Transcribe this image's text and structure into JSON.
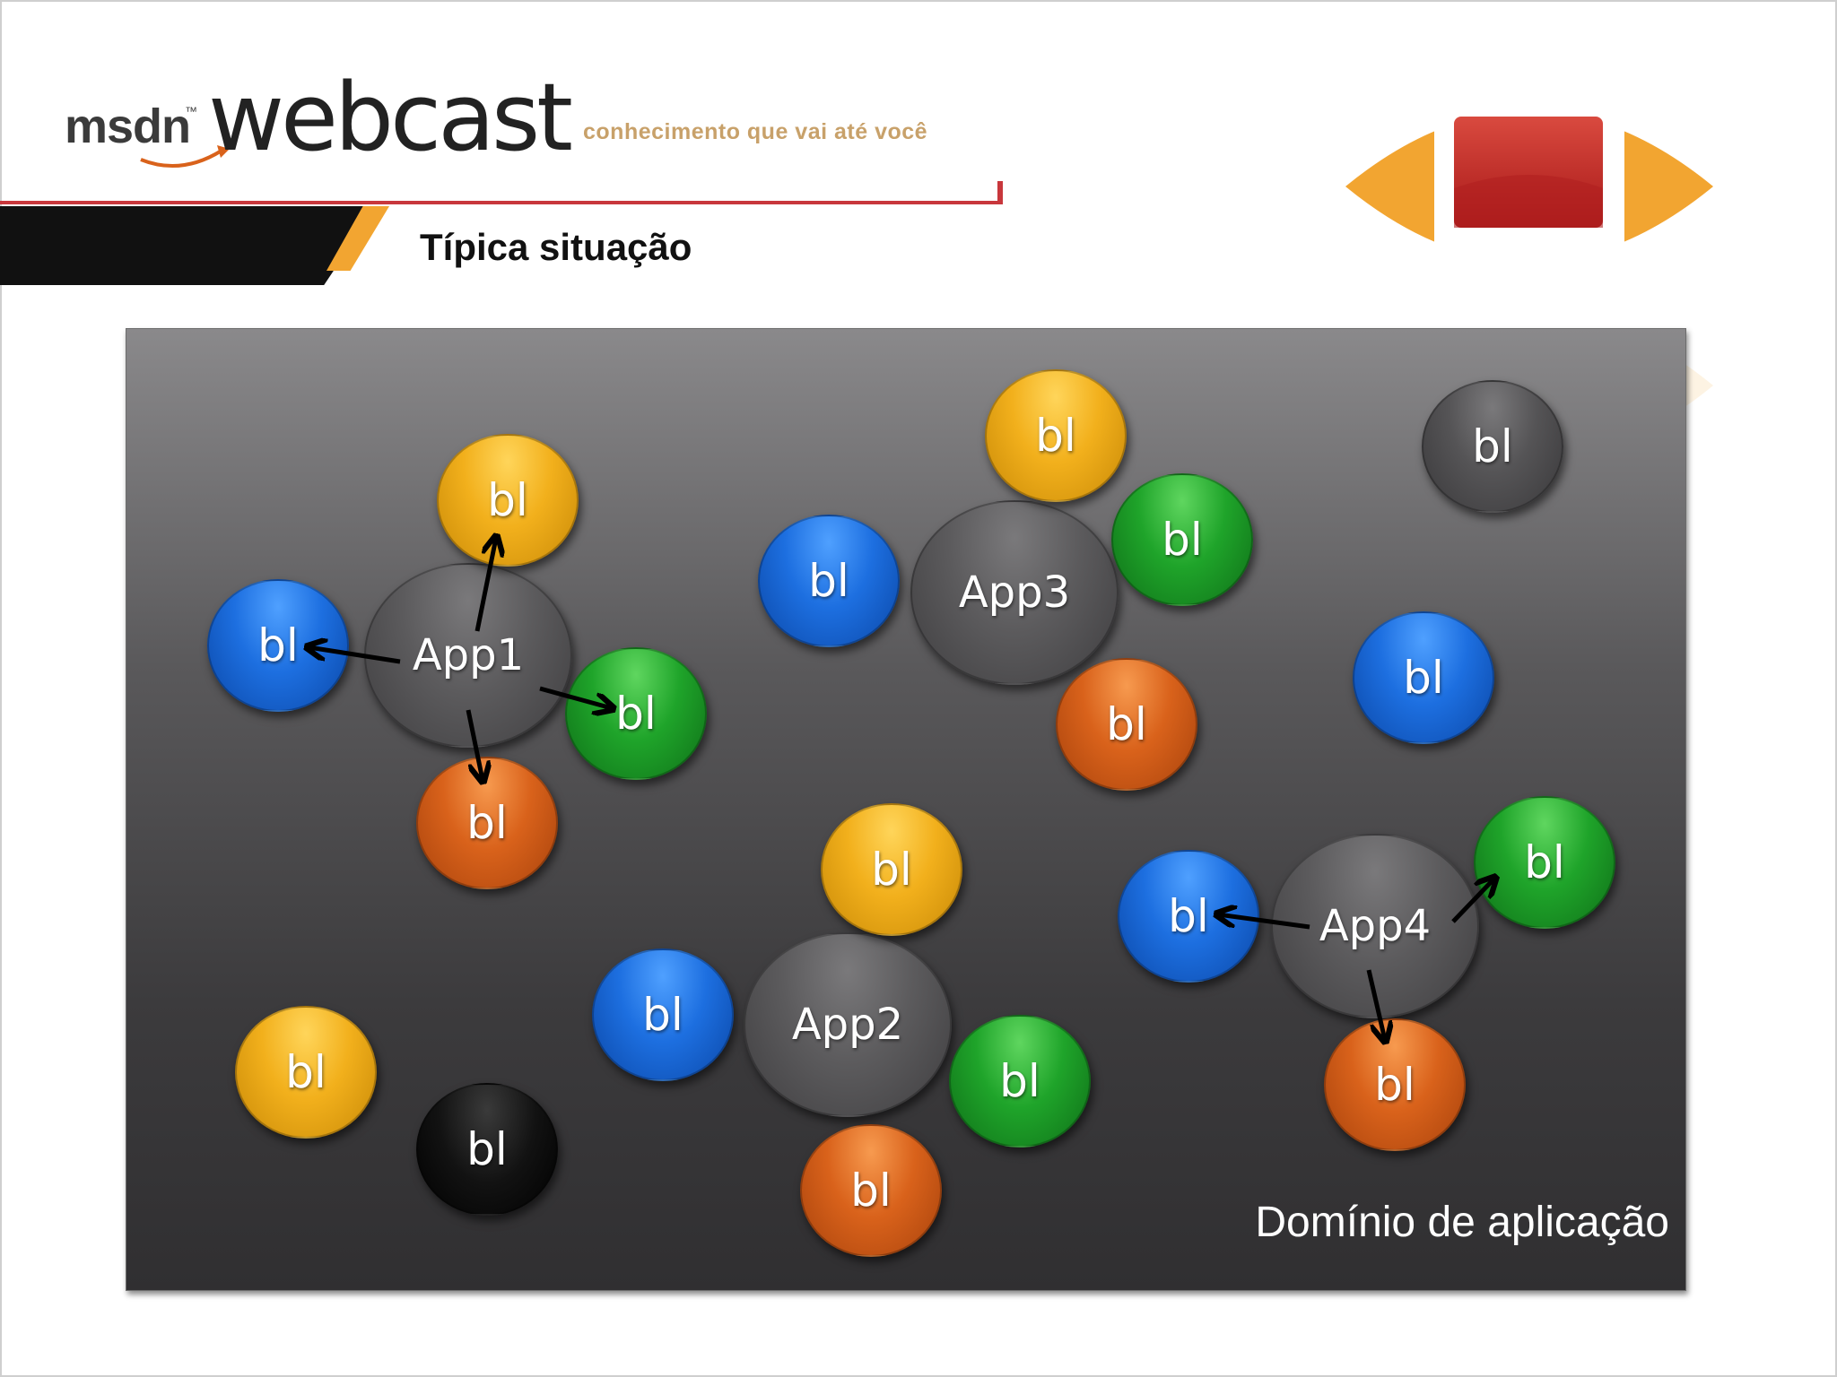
{
  "header": {
    "logo_msdn": "msdn",
    "logo_webcast": "webcast",
    "tagline": "conhecimento que vai até você",
    "title": "Típica situação"
  },
  "diagram": {
    "domain_label": "Domínio de aplicação",
    "colors": {
      "yellow": "#f2b01c",
      "blue": "#1d6fe0",
      "green": "#1fa42a",
      "orange": "#d9621b",
      "gray": "#555456",
      "black": "#121212",
      "accent_red": "#c8373c",
      "accent_orange": "#f2a531"
    },
    "apps": [
      {
        "id": "app1",
        "label": "App1"
      },
      {
        "id": "app2",
        "label": "App2"
      },
      {
        "id": "app3",
        "label": "App3"
      },
      {
        "id": "app4",
        "label": "App4"
      }
    ],
    "nodes": [
      {
        "id": "b1",
        "label": "bl",
        "color": "yellow",
        "group": "app1"
      },
      {
        "id": "b2",
        "label": "bl",
        "color": "blue",
        "group": "app1"
      },
      {
        "id": "b3",
        "label": "bl",
        "color": "green",
        "group": "app1"
      },
      {
        "id": "b4",
        "label": "bl",
        "color": "orange",
        "group": "app1"
      },
      {
        "id": "b5",
        "label": "bl",
        "color": "yellow",
        "group": "app3"
      },
      {
        "id": "b6",
        "label": "bl",
        "color": "blue",
        "group": "app3"
      },
      {
        "id": "b7",
        "label": "bl",
        "color": "green",
        "group": "app3"
      },
      {
        "id": "b8",
        "label": "bl",
        "color": "orange",
        "group": "app3"
      },
      {
        "id": "b9",
        "label": "bl",
        "color": "gray",
        "group": "none"
      },
      {
        "id": "b10",
        "label": "bl",
        "color": "blue",
        "group": "none"
      },
      {
        "id": "b11",
        "label": "bl",
        "color": "yellow",
        "group": "app2"
      },
      {
        "id": "b12",
        "label": "bl",
        "color": "blue",
        "group": "app2"
      },
      {
        "id": "b13",
        "label": "bl",
        "color": "green",
        "group": "app2"
      },
      {
        "id": "b14",
        "label": "bl",
        "color": "orange",
        "group": "app2"
      },
      {
        "id": "b15",
        "label": "bl",
        "color": "yellow",
        "group": "none"
      },
      {
        "id": "b16",
        "label": "bl",
        "color": "black",
        "group": "none"
      },
      {
        "id": "b17",
        "label": "bl",
        "color": "blue",
        "group": "app4"
      },
      {
        "id": "b18",
        "label": "bl",
        "color": "green",
        "group": "app4"
      },
      {
        "id": "b19",
        "label": "bl",
        "color": "orange",
        "group": "app4"
      }
    ],
    "edges": [
      {
        "from": "app1",
        "to": "b1"
      },
      {
        "from": "app1",
        "to": "b2"
      },
      {
        "from": "app1",
        "to": "b3"
      },
      {
        "from": "app1",
        "to": "b4"
      },
      {
        "from": "app4",
        "to": "b17"
      },
      {
        "from": "app4",
        "to": "b18"
      },
      {
        "from": "app4",
        "to": "b19"
      }
    ]
  }
}
